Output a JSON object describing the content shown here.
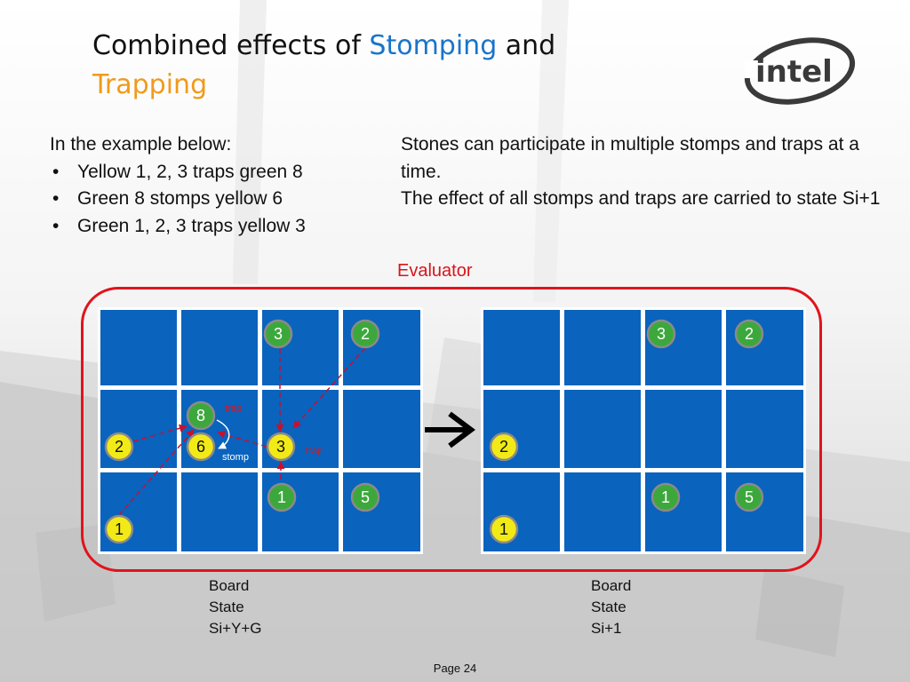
{
  "title": {
    "prefix": "Combined effects of ",
    "stomping": "Stomping",
    "and": " and",
    "trapping": "Trapping"
  },
  "logo": {
    "icon": "intel-logo",
    "text": "intel"
  },
  "left_text": {
    "intro": "In the example below:",
    "bullets": [
      "Yellow 1, 2, 3 traps green 8",
      "Green 8 stomps yellow 6",
      "Green 1, 2, 3 traps yellow 3"
    ]
  },
  "right_text": {
    "line1": "Stones can participate in multiple stomps and traps at a time.",
    "line2": "The effect of all stomps and traps are carried to state Si+1"
  },
  "evaluator": {
    "label": "Evaluator"
  },
  "colors": {
    "cell": "#0a63bd",
    "green_stone": "#3ca83c",
    "yellow_stone": "#f2ea16",
    "accent_red": "#e0141b",
    "stomp_text": "#ffffff"
  },
  "board_left": {
    "stones": [
      {
        "label": "3",
        "color": "green"
      },
      {
        "label": "2",
        "color": "green"
      },
      {
        "label": "8",
        "color": "green"
      },
      {
        "label": "2",
        "color": "yellow"
      },
      {
        "label": "6",
        "color": "yellow"
      },
      {
        "label": "3",
        "color": "yellow"
      },
      {
        "label": "1",
        "color": "green"
      },
      {
        "label": "5",
        "color": "green"
      },
      {
        "label": "1",
        "color": "yellow"
      }
    ],
    "annotations": {
      "trap1": "trap",
      "trap2": "trap",
      "stomp": "stomp"
    },
    "caption": [
      "Board",
      "State",
      "Si+Y+G"
    ]
  },
  "board_right": {
    "stones": [
      {
        "label": "3",
        "color": "green"
      },
      {
        "label": "2",
        "color": "green"
      },
      {
        "label": "2",
        "color": "yellow"
      },
      {
        "label": "1",
        "color": "green"
      },
      {
        "label": "5",
        "color": "green"
      },
      {
        "label": "1",
        "color": "yellow"
      }
    ],
    "caption": [
      "Board",
      "State",
      "Si+1"
    ]
  },
  "transition_arrow": {
    "icon": "right-arrow-icon"
  },
  "footer": {
    "page": "Page 24"
  }
}
